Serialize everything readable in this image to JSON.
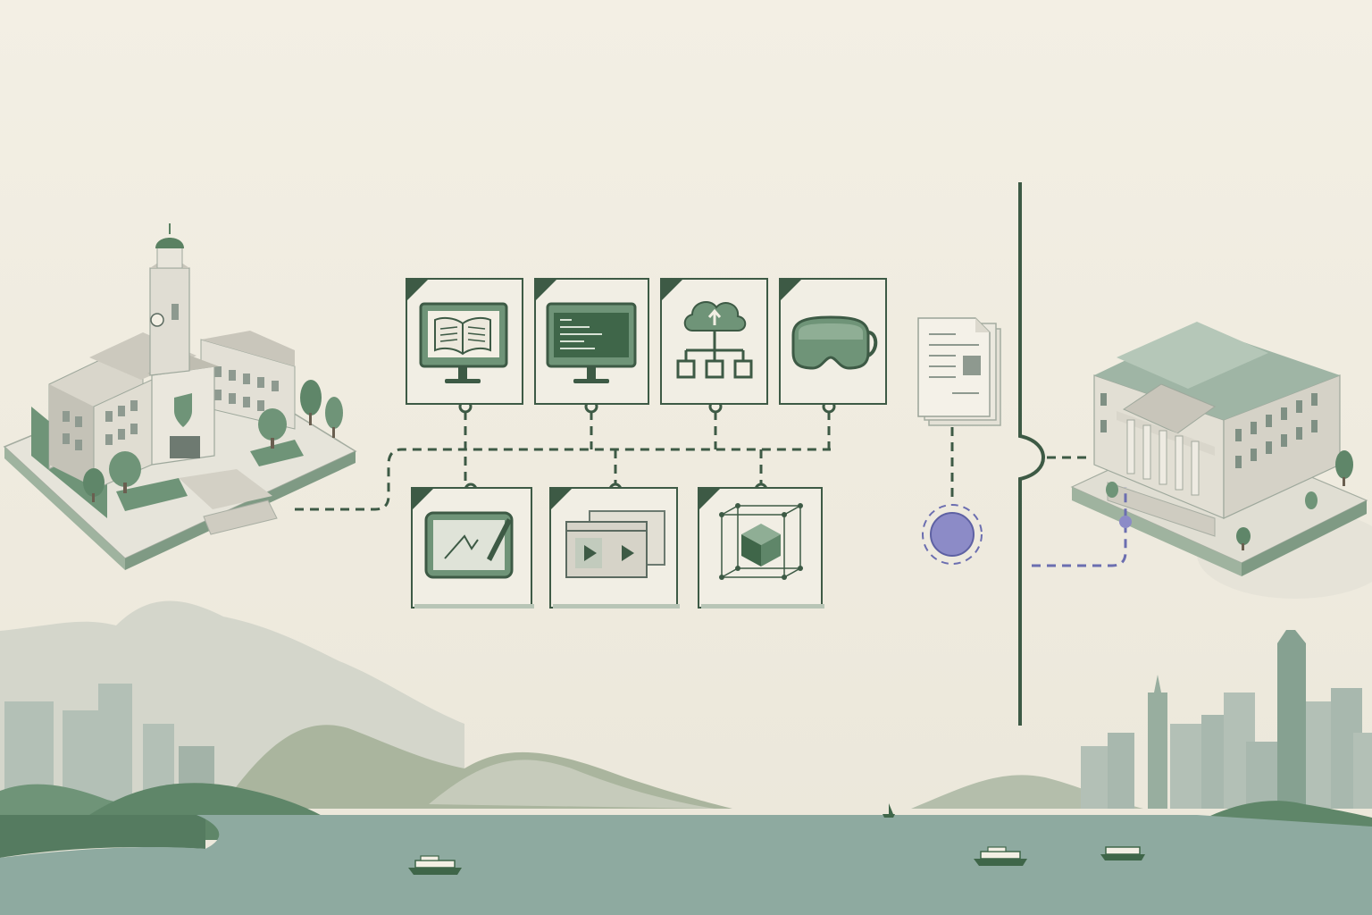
{
  "palette": {
    "background": "#f3efe4",
    "dark_green": "#3f6649",
    "mid_green": "#6f9478",
    "light_green": "#b9c9b5",
    "building_stone": "#dedcd2",
    "water": "#8eaaa0",
    "hills": "#a6b39b",
    "skyline": "#a8b7ad",
    "accent_purple": "#8c8bc7",
    "connector": "#3d5a45"
  },
  "left_building": {
    "icon": "university-campus-icon"
  },
  "right_building": {
    "icon": "columned-institution-icon"
  },
  "top_cards": [
    {
      "icon": "monitor-book-icon"
    },
    {
      "icon": "monitor-code-icon"
    },
    {
      "icon": "cloud-network-icon"
    },
    {
      "icon": "vr-headset-icon"
    }
  ],
  "bottom_cards": [
    {
      "icon": "drawing-tablet-icon"
    },
    {
      "icon": "video-player-icon"
    },
    {
      "icon": "3d-cube-icon"
    }
  ],
  "document": {
    "icon": "document-stack-icon"
  },
  "node": {
    "icon": "purple-node-icon"
  },
  "divider": {
    "icon": "vertical-divider-line"
  },
  "scenery": {
    "skyline": "city-skyline",
    "water": "harbour-water",
    "boats": 4
  }
}
